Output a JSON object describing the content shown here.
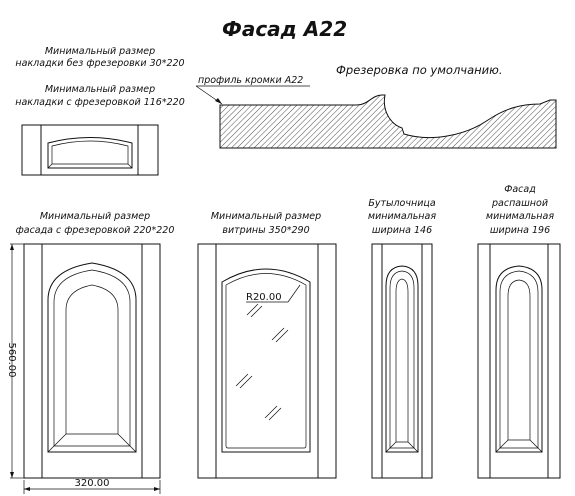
{
  "title": "Фасад А22",
  "notes": {
    "min_no_mill": [
      "Минимальный размер",
      "накладки без фрезеровки 30*220"
    ],
    "min_with_mill": [
      "Минимальный размер",
      "накладки с фрезеровкой 116*220"
    ],
    "profile_label": "профиль кромки А22",
    "default_milling": "Фрезеровка по умолчанию."
  },
  "panels": [
    {
      "caption": [
        "Минимальный размер",
        "фасада с фрезеровкой  220*220"
      ]
    },
    {
      "caption": [
        "Минимальный размер",
        "витрины 350*290"
      ]
    },
    {
      "caption": [
        "Бутылочница",
        "минимальная",
        "ширина 146"
      ]
    },
    {
      "caption": [
        "Фасад",
        "распашной",
        "минимальная",
        "ширина 196"
      ]
    }
  ],
  "dimensions": {
    "width": "320.00",
    "height": "560.00",
    "radius": "R20.00"
  },
  "colors": {
    "ink": "#111111",
    "paper": "#ffffff"
  }
}
